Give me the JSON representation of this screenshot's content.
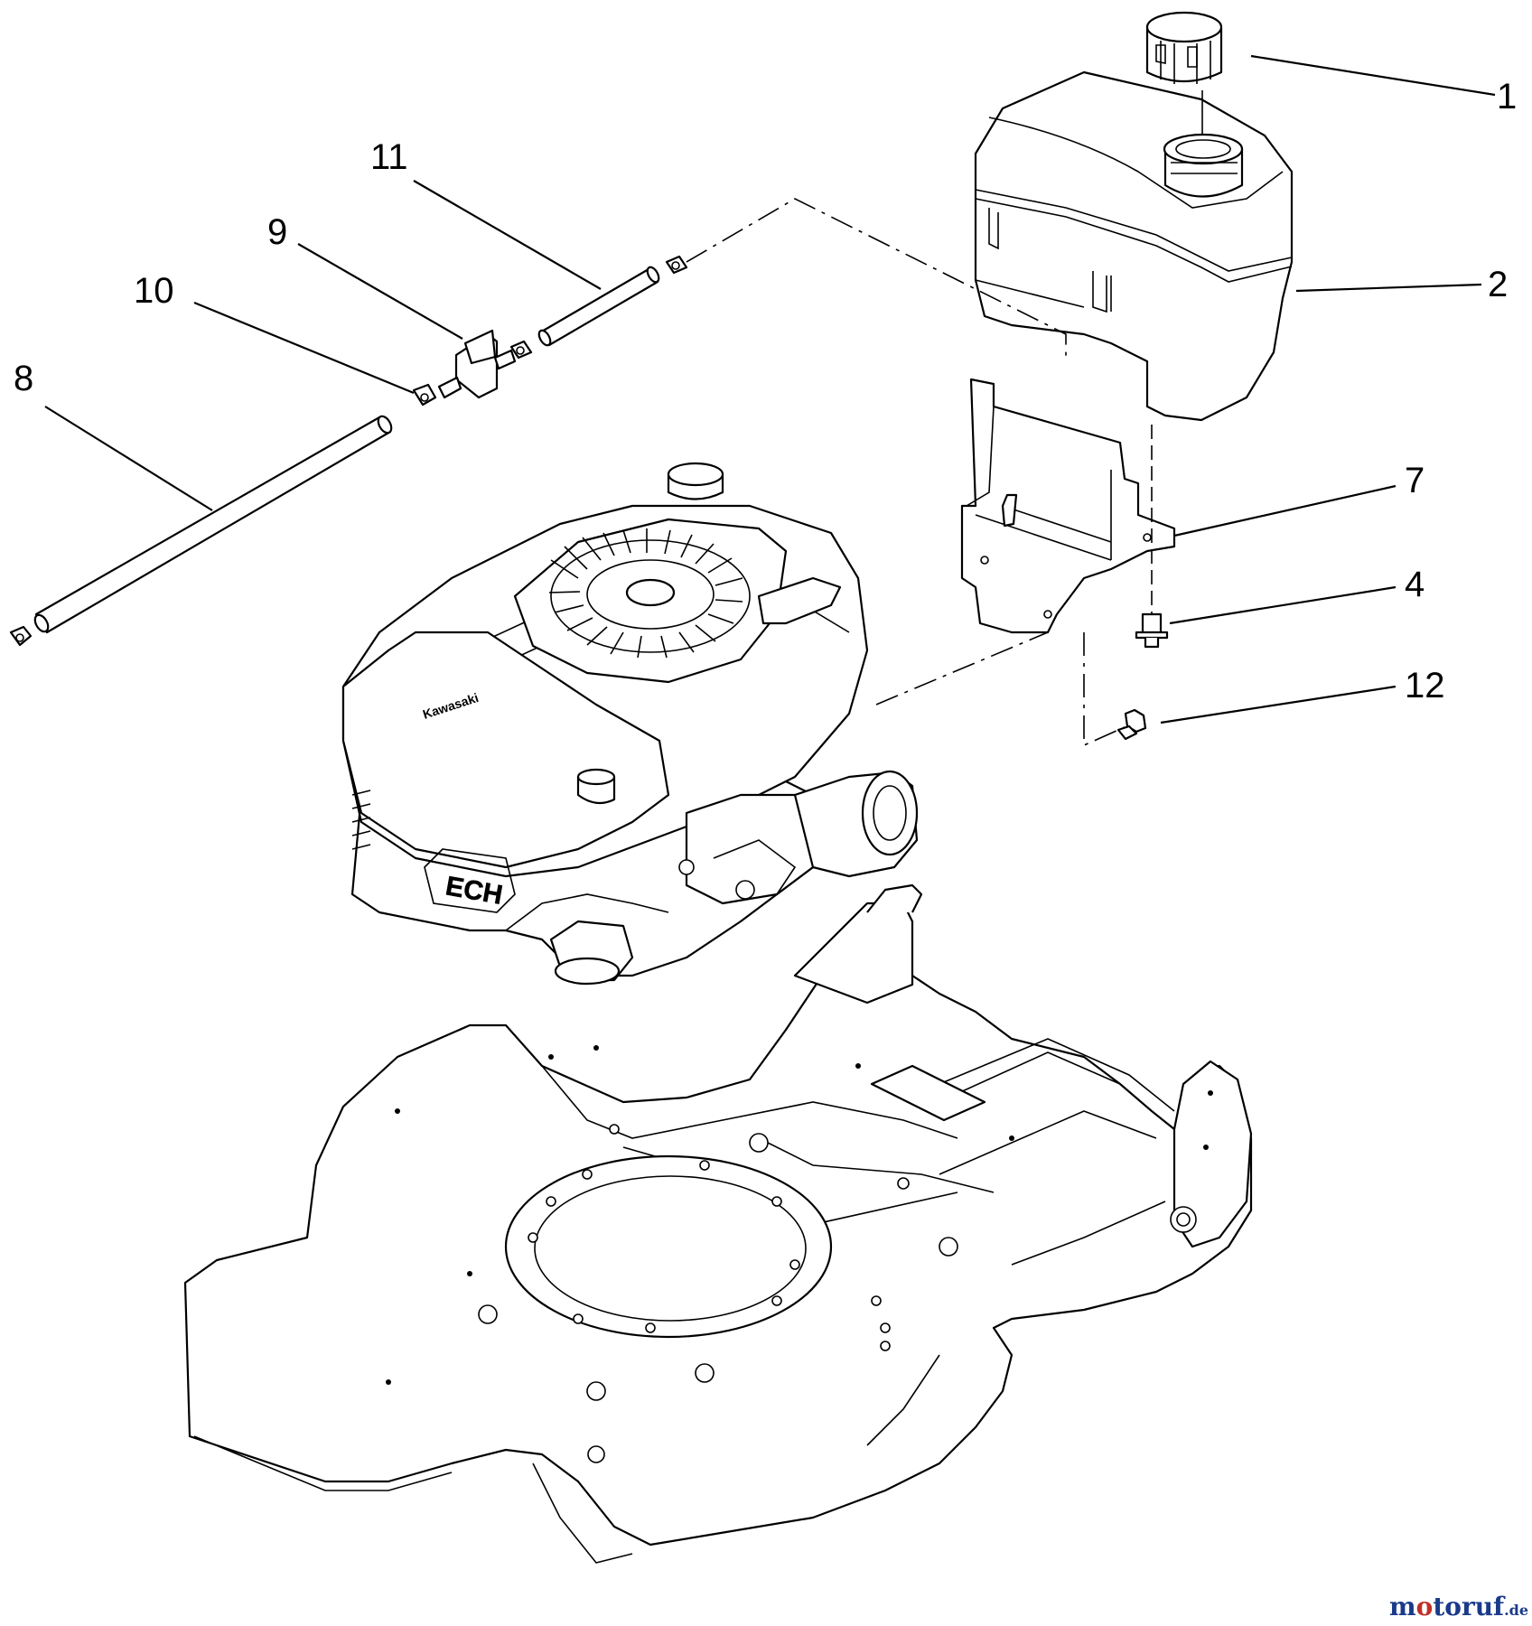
{
  "callouts": [
    {
      "id": "1",
      "label": "1"
    },
    {
      "id": "2",
      "label": "2"
    },
    {
      "id": "4",
      "label": "4"
    },
    {
      "id": "7",
      "label": "7"
    },
    {
      "id": "8",
      "label": "8"
    },
    {
      "id": "9",
      "label": "9"
    },
    {
      "id": "10",
      "label": "10"
    },
    {
      "id": "11",
      "label": "11"
    },
    {
      "id": "12",
      "label": "12"
    }
  ],
  "watermark": {
    "name": "motoruf",
    "tld": ".de",
    "colors": {
      "m": "#1a3a8a",
      "o": "#c0302a"
    }
  },
  "engine_brand": "Kawasaki",
  "engine_model_mark": "ECH"
}
